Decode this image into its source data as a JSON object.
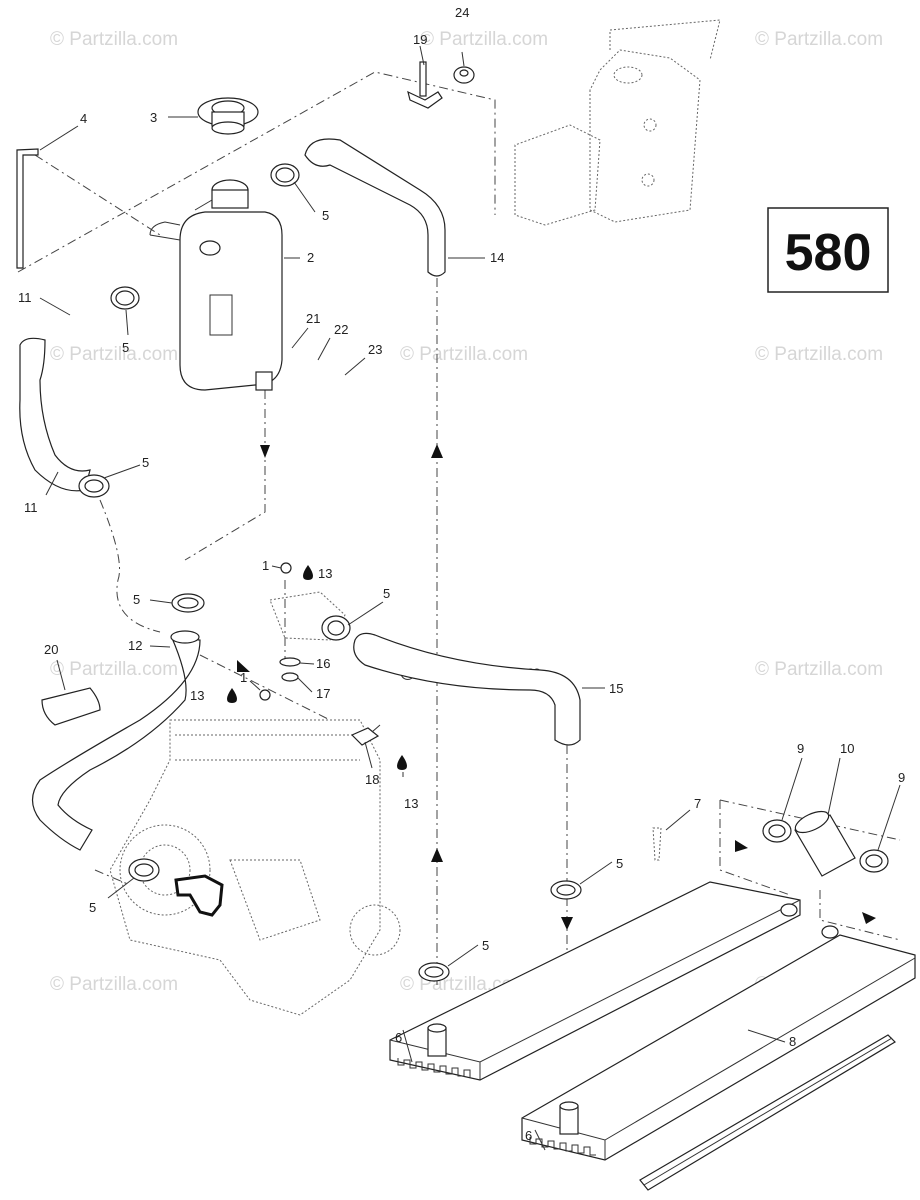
{
  "diagram": {
    "page_number": "580",
    "watermark": "© Partzilla.com",
    "center_watermark": "© Partzilla.com",
    "callouts": [
      {
        "id": "c24",
        "text": "24"
      },
      {
        "id": "c19",
        "text": "19"
      },
      {
        "id": "c3",
        "text": "3"
      },
      {
        "id": "c4",
        "text": "4"
      },
      {
        "id": "c5a",
        "text": "5"
      },
      {
        "id": "c2",
        "text": "2"
      },
      {
        "id": "c14",
        "text": "14"
      },
      {
        "id": "c11a",
        "text": "11"
      },
      {
        "id": "c5b",
        "text": "5"
      },
      {
        "id": "c21",
        "text": "21"
      },
      {
        "id": "c22",
        "text": "22"
      },
      {
        "id": "c23",
        "text": "23"
      },
      {
        "id": "c5c",
        "text": "5"
      },
      {
        "id": "c11b",
        "text": "11"
      },
      {
        "id": "c1a",
        "text": "1"
      },
      {
        "id": "c13a",
        "text": "13"
      },
      {
        "id": "c5d",
        "text": "5"
      },
      {
        "id": "c5e",
        "text": "5"
      },
      {
        "id": "c12",
        "text": "12"
      },
      {
        "id": "c20",
        "text": "20"
      },
      {
        "id": "c16",
        "text": "16"
      },
      {
        "id": "c1b",
        "text": "1"
      },
      {
        "id": "c13b",
        "text": "13"
      },
      {
        "id": "c17",
        "text": "17"
      },
      {
        "id": "c15",
        "text": "15"
      },
      {
        "id": "c18",
        "text": "18"
      },
      {
        "id": "c13c",
        "text": "13"
      },
      {
        "id": "c9a",
        "text": "9"
      },
      {
        "id": "c10",
        "text": "10"
      },
      {
        "id": "c9b",
        "text": "9"
      },
      {
        "id": "c7",
        "text": "7"
      },
      {
        "id": "c5f",
        "text": "5"
      },
      {
        "id": "c5g",
        "text": "5"
      },
      {
        "id": "c5h",
        "text": "5"
      },
      {
        "id": "c6a",
        "text": "6"
      },
      {
        "id": "c8",
        "text": "8"
      },
      {
        "id": "c6b",
        "text": "6"
      }
    ]
  }
}
